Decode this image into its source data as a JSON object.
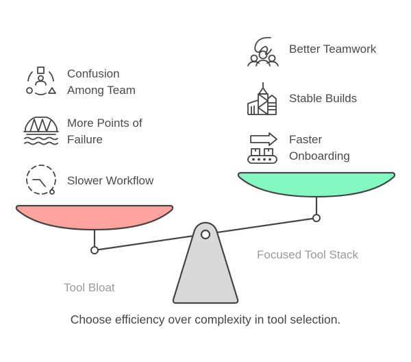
{
  "caption": "Choose efficiency over complexity in tool selection.",
  "colors": {
    "left_pan": "#FFA39E",
    "right_pan": "#83F9C1",
    "fulcrum": "#D9D9D9",
    "stroke": "#454545"
  },
  "left": {
    "label": "Tool Bloat",
    "items": [
      {
        "icon": "team-confusion-icon",
        "line1": "Confusion",
        "line2": "Among Team"
      },
      {
        "icon": "bridge-icon",
        "line1": "More Points of",
        "line2": "Failure"
      },
      {
        "icon": "slow-timer-icon",
        "line1": "Slower Workflow",
        "line2": ""
      }
    ]
  },
  "right": {
    "label": "Focused Tool Stack",
    "items": [
      {
        "icon": "teamwork-icon",
        "line1": "Better Teamwork",
        "line2": ""
      },
      {
        "icon": "buildings-icon",
        "line1": "Stable Builds",
        "line2": ""
      },
      {
        "icon": "conveyor-icon",
        "line1": "Faster",
        "line2": "Onboarding"
      }
    ]
  }
}
